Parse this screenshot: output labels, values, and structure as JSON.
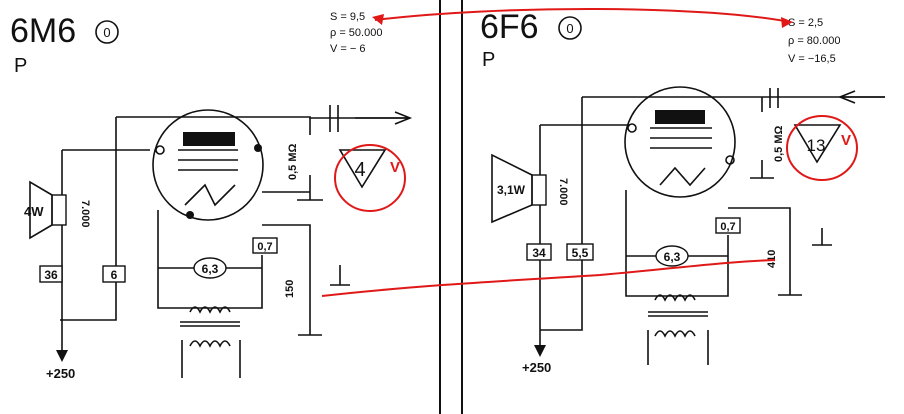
{
  "left": {
    "title": "6M6",
    "title_circle": "0",
    "subtitle": "P",
    "params": [
      "S = 9,5",
      "ρ = 50.000",
      "V = − 6"
    ],
    "speaker_label": "4W",
    "transformer_value": "7.000",
    "box_36": "36",
    "box_6": "6",
    "box_07": "0,7",
    "heater_label": "6,3",
    "resistor_grid": "0,5 MΩ",
    "resistor_cathode": "150",
    "triangle_value": "4",
    "triangle_mark": "V",
    "supply": "+250"
  },
  "right": {
    "title": "6F6",
    "title_circle": "0",
    "subtitle": "P",
    "params": [
      "S = 2,5",
      "ρ = 80.000",
      "V = −16,5"
    ],
    "speaker_label": "3,1W",
    "transformer_value": "7.000",
    "box_34": "34",
    "box_55": "5,5",
    "box_07": "0,7",
    "heater_label": "6,3",
    "resistor_grid": "0,5 MΩ",
    "resistor_cathode": "410",
    "triangle_value": "13",
    "triangle_mark": "V",
    "supply": "+250"
  },
  "colors": {
    "ink": "#111111",
    "annotation": "#e01818",
    "paper": "#ffffff"
  }
}
